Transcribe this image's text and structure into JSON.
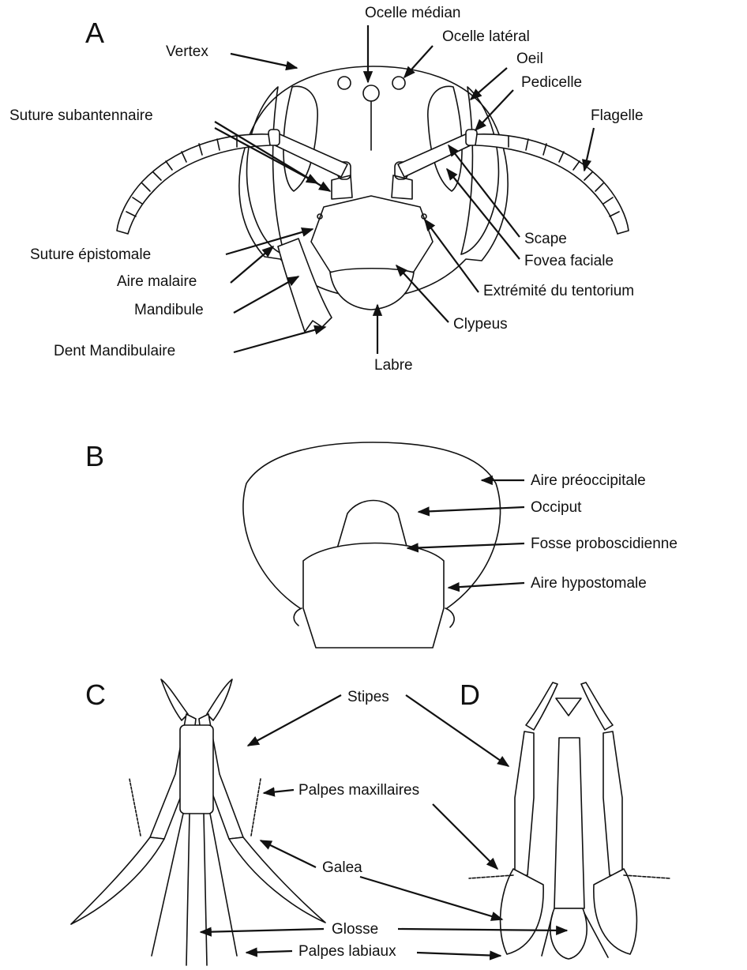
{
  "panels": {
    "A": {
      "letter": "A",
      "labels": {
        "ocelle_median": "Ocelle médian",
        "ocelle_lateral": "Ocelle latéral",
        "vertex": "Vertex",
        "oeil": "Oeil",
        "pedicelle": "Pedicelle",
        "suture_subantennaire": "Suture subantennaire",
        "flagelle": "Flagelle",
        "scape": "Scape",
        "suture_epistomale": "Suture épistomale",
        "fovea_faciale": "Fovea faciale",
        "aire_malaire": "Aire malaire",
        "extremite_tentorium": "Extrémité du tentorium",
        "mandibule": "Mandibule",
        "clypeus": "Clypeus",
        "dent_mandibulaire": "Dent Mandibulaire",
        "labre": "Labre"
      }
    },
    "B": {
      "letter": "B",
      "labels": {
        "aire_preoccipitale": "Aire préoccipitale",
        "occiput": "Occiput",
        "fosse_proboscidienne": "Fosse proboscidienne",
        "aire_hypostomale": "Aire hypostomale"
      }
    },
    "C": {
      "letter": "C"
    },
    "D": {
      "letter": "D"
    },
    "CD_labels": {
      "stipes": "Stipes",
      "palpes_maxillaires": "Palpes maxillaires",
      "galea": "Galea",
      "glosse": "Glosse",
      "palpes_labiaux": "Palpes labiaux"
    }
  }
}
